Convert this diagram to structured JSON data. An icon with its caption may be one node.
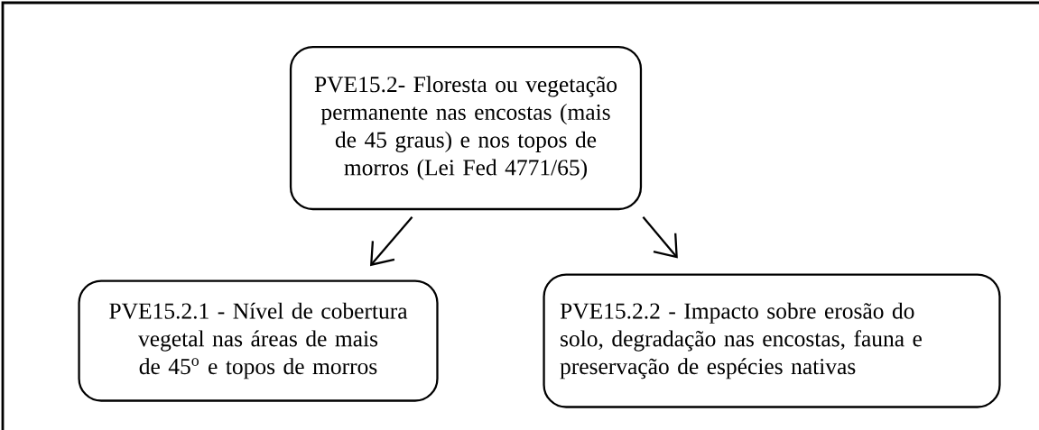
{
  "diagram": {
    "nodes": [
      {
        "text": [
          "PVE15.2- Floresta ou vegetação permanente nas encostas (mais de 45 graus) e nos topos de morros (Lei Fed 4771/65)"
        ]
      },
      {
        "text": [
          "PVE15.2.1 - Nível de cobertura vegetal nas áreas de mais de 45$^{o}$ e topos de morros"
        ]
      },
      {
        "text": [
          "PVE15.2.2 - Impacto sobre erosão do solo, degradação nas encostas, fauna e preservação de espécies nativas"
        ]
      }
    ],
    "edges": [
      {
        "from": 0,
        "to": 1,
        "arrow": "to"
      },
      {
        "from": 0,
        "to": 2,
        "arrow": "to"
      }
    ]
  }
}
